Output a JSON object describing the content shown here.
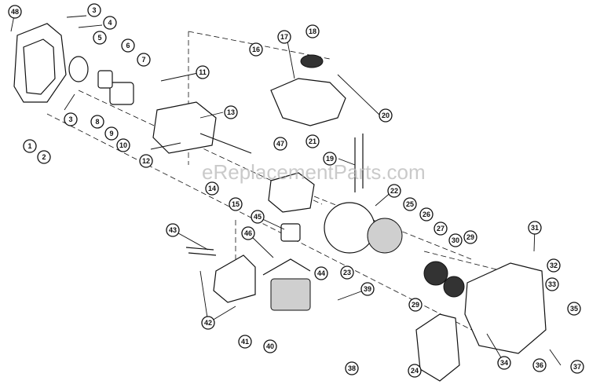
{
  "watermark": "eReplacementParts.com",
  "callouts": [
    "1",
    "2",
    "3",
    "4",
    "5",
    "6",
    "7",
    "8",
    "9",
    "10",
    "11",
    "12",
    "13",
    "14",
    "15",
    "16",
    "17",
    "18",
    "19",
    "20",
    "21",
    "22",
    "23",
    "24",
    "25",
    "26",
    "27",
    "29",
    "30",
    "31",
    "32",
    "33",
    "34",
    "35",
    "36",
    "37",
    "38",
    "39",
    "40",
    "41",
    "42",
    "43",
    "44",
    "45",
    "46",
    "47",
    "48"
  ],
  "colors": {
    "ink": "#111111",
    "paper": "#ffffff",
    "watermark": "#b9b9b9"
  }
}
